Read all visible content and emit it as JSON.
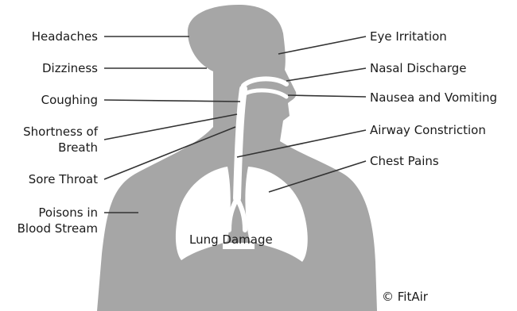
{
  "figure": {
    "body_color": "#a6a6a6",
    "line_color": "#333333",
    "airway_color": "#ffffff"
  },
  "labels": {
    "headaches": "Headaches",
    "dizziness": "Dizziness",
    "coughing": "Coughing",
    "shortness_line1": "Shortness of",
    "shortness_line2": "Breath",
    "sore_throat": "Sore Throat",
    "poisons_line1": "Poisons in",
    "poisons_line2": "Blood Stream",
    "eye_irritation": "Eye Irritation",
    "nasal_discharge": "Nasal Discharge",
    "nausea": "Nausea and Vomiting",
    "airway": "Airway Constriction",
    "chest_pains": "Chest Pains",
    "lung_damage": "Lung Damage"
  },
  "copyright": "© FitAir"
}
